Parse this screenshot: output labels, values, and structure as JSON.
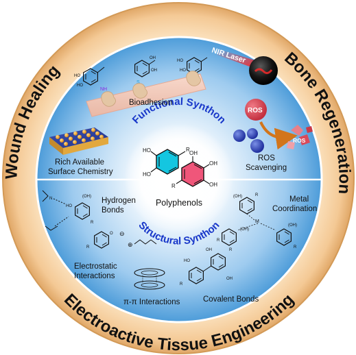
{
  "ring": {
    "left": "Wound Healing",
    "right": "Bone Regeneration",
    "bottom": "Electroactive Tissue Engineering"
  },
  "center": {
    "functional": "Functional Synthon",
    "structural": "Structural Synthon",
    "core": "Polyphenols"
  },
  "labels": {
    "bioadhesion": "Bioadhesion",
    "nir": "NIR Laser",
    "surface1": "Rich Available",
    "surface2": "Surface Chemistry",
    "ros": "ROS",
    "ros2": "ROS",
    "ros_scav1": "ROS",
    "ros_scav2": "Scavenging",
    "hbond1": "Hydrogen",
    "hbond2": "Bonds",
    "metal1": "Metal",
    "metal2": "Coordination",
    "electro1": "Electrostatic",
    "electro2": "Interactions",
    "pipi": "π-π Interactions",
    "covalent": "Covalent Bonds"
  },
  "chem": {
    "ho": "HO",
    "oh": "OH",
    "oh_paren": "(OH)",
    "r": "R",
    "nh": "NH",
    "s": "S",
    "n": "N",
    "h": "H",
    "o": "O",
    "m": "M",
    "plus": "⊕",
    "minus": "⊖"
  },
  "colors": {
    "ring_outer": "#f4c995",
    "ring_border": "#c9883e",
    "inner_light": "#ffffff",
    "inner_blue": "#5aa9e2",
    "synthon_text": "#1736c9",
    "phenol_cyan": "#14c6e0",
    "phenol_pink": "#f0567a"
  }
}
